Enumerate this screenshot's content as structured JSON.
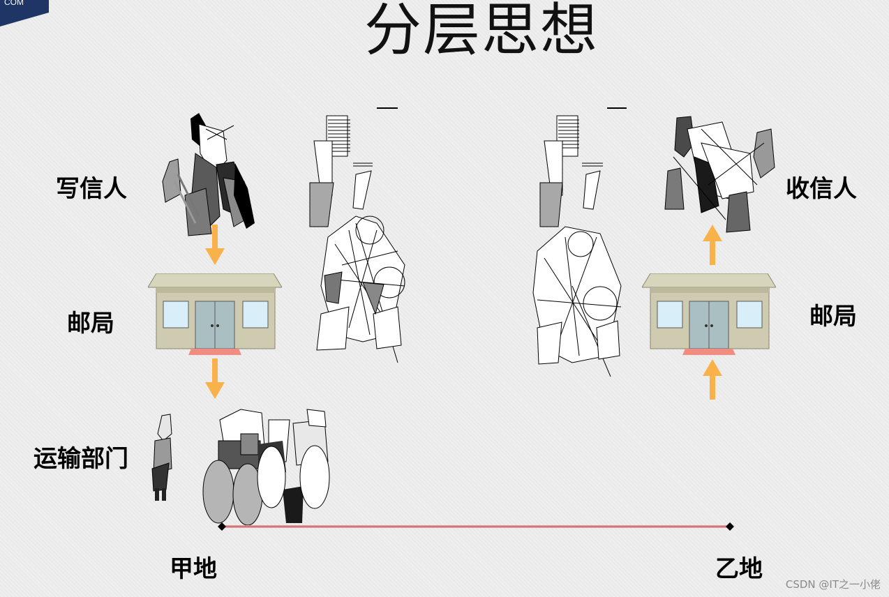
{
  "title": "分层思想",
  "corner_tag": "COM",
  "labels": {
    "sender": "写信人",
    "receiver": "收信人",
    "post_office_left": "邮局",
    "post_office_right": "邮局",
    "transport": "运输部门",
    "place_a": "甲地",
    "place_b": "乙地"
  },
  "watermark": "CSDN @IT之一小佬",
  "colors": {
    "arrow": "#f9b24a",
    "building_wall": "#cfcbb0",
    "building_roof": "#d8d5bd",
    "door": "#a9bfc2",
    "window": "#d8eef8",
    "step": "#f28c80",
    "route_line": "#e8a0a0"
  }
}
